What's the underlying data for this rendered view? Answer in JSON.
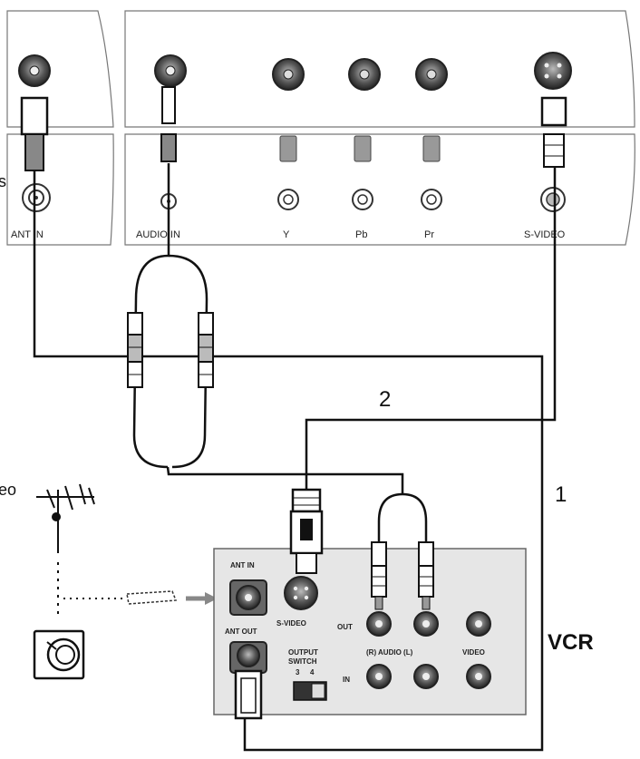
{
  "edge_text": {
    "left_top": "s",
    "left_middle": "leo"
  },
  "tv_panel": {
    "labels": {
      "ant_in": "ANT IN",
      "audio_in": "AUDIO IN",
      "y": "Y",
      "pb": "Pb",
      "pr": "Pr",
      "s_video": "S-VIDEO"
    }
  },
  "cables": {
    "label_1": "1",
    "label_2": "2"
  },
  "vcr": {
    "title": "VCR",
    "labels": {
      "ant_in": "ANT IN",
      "ant_out": "ANT OUT",
      "s_video": "S-VIDEO",
      "out": "OUT",
      "in": "IN",
      "audio": "(R)  AUDIO  (L)",
      "video": "VIDEO",
      "output": "OUTPUT",
      "switch": "SWITCH",
      "ch3": "3",
      "ch4": "4"
    }
  },
  "colors": {
    "line": "#111111",
    "panel": "#e6e6e6",
    "jack": "#555555"
  }
}
